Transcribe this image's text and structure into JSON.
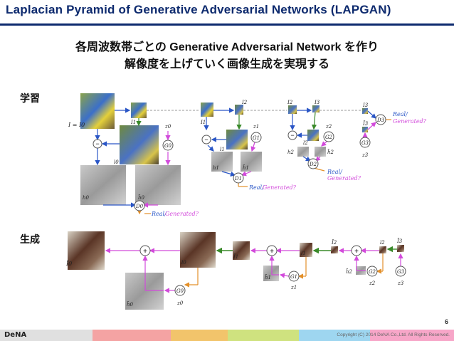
{
  "header": {
    "title": "Laplacian Pyramid of Generative Adversarial Networks (LAPGAN)"
  },
  "subtitle": {
    "line1": "各周波数帯ごとの Generative Adversarial Network を作り",
    "line2": "解像度を上げていく画像生成を実現する"
  },
  "sections": {
    "learning": "学習",
    "generation": "生成"
  },
  "diagram": {
    "labels": {
      "minus": "−",
      "plus": "+",
      "g0": "G0",
      "g1": "G1",
      "g2": "G2",
      "g3": "G3",
      "d0": "D0",
      "d1": "D1",
      "d2": "D2",
      "d3": "D3",
      "z0": "z0",
      "z1": "z1",
      "z2": "z2",
      "z3": "z3",
      "i_eq_i0": "I = I0",
      "i0": "I0",
      "i1": "I1",
      "i2": "I2",
      "i3": "I3",
      "l0": "l0",
      "l1": "l1",
      "l2": "l2",
      "h0": "h0",
      "h1": "h1",
      "h2": "h2",
      "h0t": "h̃0",
      "h1t": "h̃1",
      "h2t": "h̃2",
      "i0t": "Ĩ0",
      "i1t": "Ĩ1",
      "i2t": "Ĩ2",
      "i3t": "Ĩ3",
      "real": "Real/",
      "generated": "Generated?"
    }
  },
  "footer": {
    "page_number": "6",
    "logo": "DeNA",
    "copyright": "Copyright (C) 2014 DeNA Co.,Ltd. All Rights Reserved."
  },
  "colors": {
    "title": "#0d2a6e",
    "arrow_blue": "#2a56c6",
    "arrow_magenta": "#d24adb",
    "arrow_green": "#3a8a2a",
    "arrow_orange": "#e3902a",
    "footer_segments": [
      "#e0e0e0",
      "#f4a3a3",
      "#f2c46b",
      "#cfe27f",
      "#9ed6f0",
      "#f7a6c8"
    ]
  }
}
